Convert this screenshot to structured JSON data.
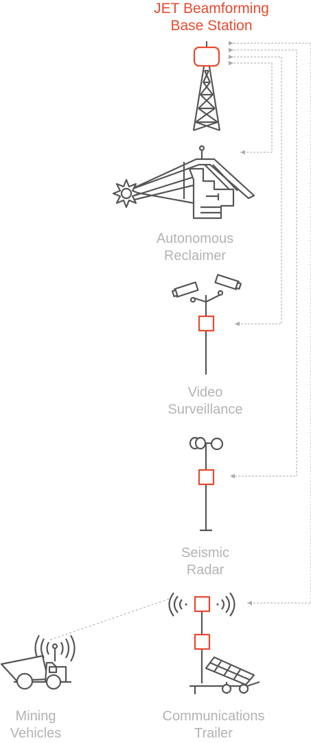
{
  "title": {
    "line1": "JET Beamforming",
    "line2": "Base Station"
  },
  "nodes": {
    "reclaimer": {
      "line1": "Autonomous",
      "line2": "Reclaimer"
    },
    "video": {
      "line1": "Video",
      "line2": "Surveillance"
    },
    "seismic": {
      "line1": "Seismic",
      "line2": "Radar"
    },
    "mining": {
      "line1": "Mining",
      "line2": "Vehicles"
    },
    "comms": {
      "line1": "Communications",
      "line2": "Trailer"
    }
  },
  "colors": {
    "accent": "#e8492e",
    "icon": "#555555",
    "label": "#b3b3b3",
    "connector": "#aaaaaa"
  },
  "icons": [
    "tower-icon",
    "reclaimer-icon",
    "camera-pole-icon",
    "radar-pole-icon",
    "mining-truck-icon",
    "trailer-icon"
  ]
}
